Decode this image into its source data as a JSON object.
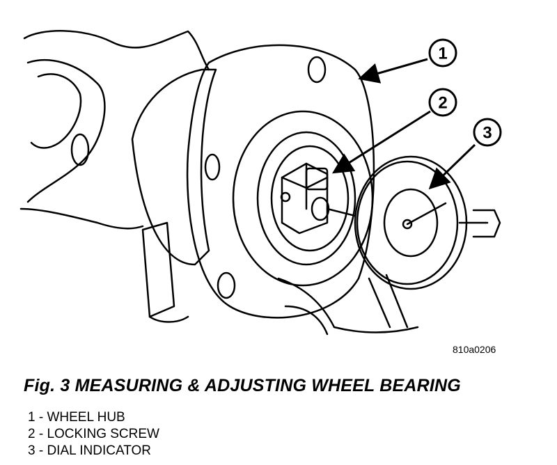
{
  "figure": {
    "code": "810a0206",
    "caption": "Fig. 3 MEASURING & ADJUSTING WHEEL BEARING",
    "callouts": [
      "1",
      "2",
      "3"
    ]
  },
  "legend": [
    "1 - WHEEL HUB",
    "2 - LOCKING SCREW",
    "3 - DIAL INDICATOR"
  ]
}
